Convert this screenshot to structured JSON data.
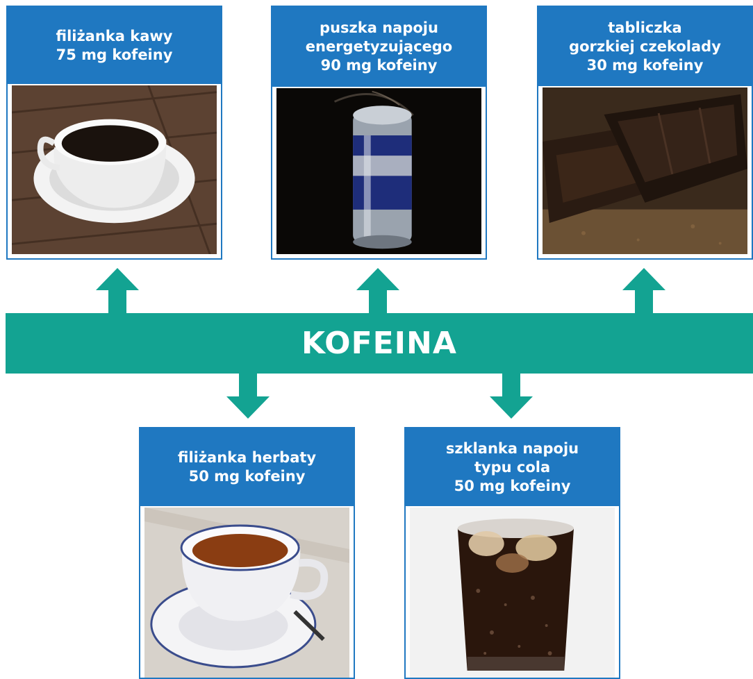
{
  "center": {
    "title": "KOFEINA"
  },
  "colors": {
    "header": "#1f78c1",
    "banner": "#13a392"
  },
  "sources": [
    {
      "lines": [
        "filiżanka kawy",
        "75 mg kofeiny"
      ],
      "photo": "coffee-cup-photo"
    },
    {
      "lines": [
        "puszka napoju",
        "energetyzującego",
        "90 mg kofeiny"
      ],
      "photo": "energy-drink-can-photo"
    },
    {
      "lines": [
        "tabliczka",
        "gorzkiej czekolady",
        "30 mg kofeiny"
      ],
      "photo": "dark-chocolate-photo"
    },
    {
      "lines": [
        "filiżanka herbaty",
        "50 mg kofeiny"
      ],
      "photo": "tea-cup-photo"
    },
    {
      "lines": [
        "szklanka napoju",
        "typu cola",
        "50 mg kofeiny"
      ],
      "photo": "cola-glass-photo"
    }
  ]
}
